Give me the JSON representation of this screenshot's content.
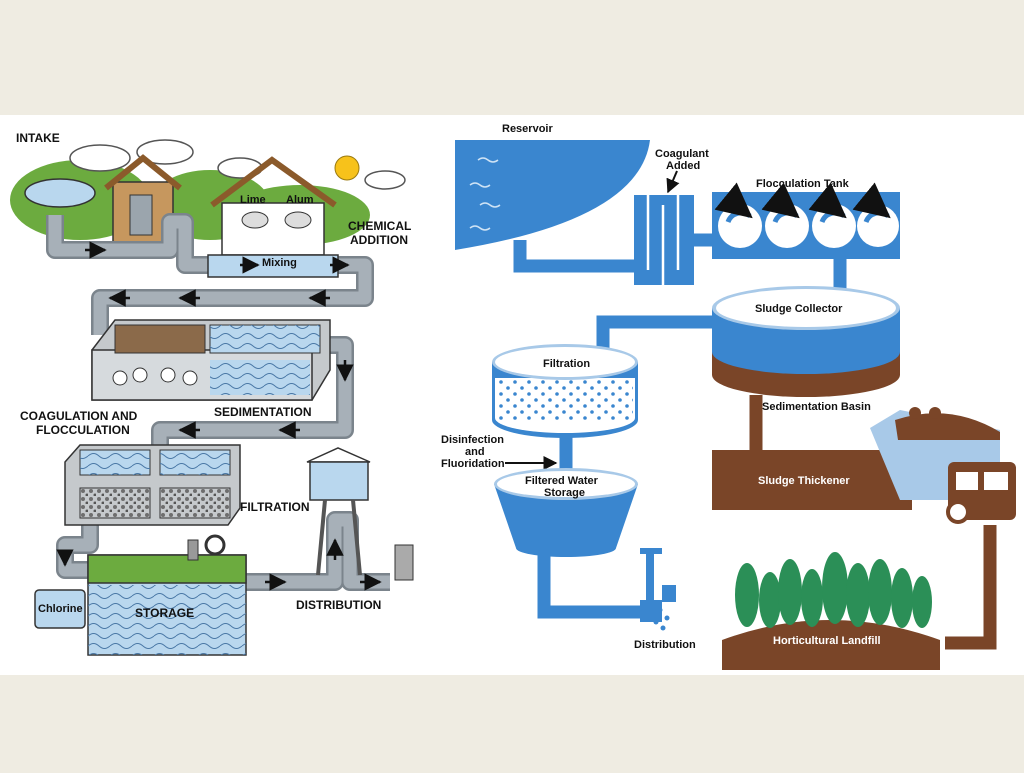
{
  "left_panel": {
    "labels": {
      "intake": "INTAKE",
      "lime": "Lime",
      "alum": "Alum",
      "chemical_addition_1": "CHEMICAL",
      "chemical_addition_2": "ADDITION",
      "mixing": "Mixing",
      "sedimentation": "SEDIMENTATION",
      "coagulation_1": "COAGULATION AND",
      "coagulation_2": "FLOCCULATION",
      "filtration": "FILTRATION",
      "chlorine": "Chlorine",
      "storage": "STORAGE",
      "distribution": "DISTRIBUTION"
    }
  },
  "right_panel": {
    "labels": {
      "reservoir": "Reservoir",
      "coagulant_1": "Coagulant",
      "coagulant_2": "Added",
      "flocculation_tank": "Flocculation Tank",
      "sludge_collector": "Sludge Collector",
      "sedimentation_basin": "Sedimentation Basin",
      "filtration": "Filtration",
      "disinfection_1": "Disinfection",
      "disinfection_2": "and",
      "disinfection_3": "Fluoridation",
      "filtered_1": "Filtered Water",
      "filtered_2": "Storage",
      "sludge_thickener": "Sludge Thickener",
      "distribution": "Distribution",
      "horticultural_landfill": "Horticultural Landfill"
    }
  },
  "colors": {
    "background": "#efece2",
    "panel": "#ffffff",
    "pipe_gray": "#a7b0b8",
    "water_light": "#b9d7ee",
    "water_blue": "#3a86cf",
    "sludge_brown": "#7a4528",
    "tree_green": "#2b8f57",
    "grass_green": "#6cab3f"
  }
}
